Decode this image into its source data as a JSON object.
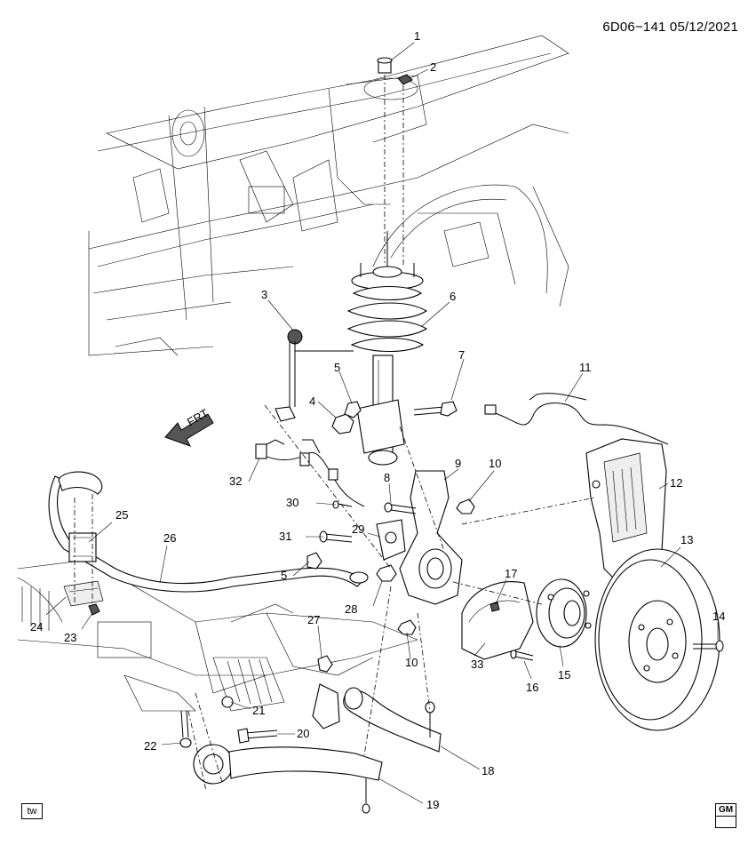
{
  "header": {
    "reference": "6D06−141  05/12/2021"
  },
  "direction_label": "FRT",
  "footer": {
    "tw_label": "tw",
    "logo_text": "GM"
  },
  "callouts": [
    "1",
    "2",
    "3",
    "4",
    "5",
    "6",
    "7",
    "8",
    "9",
    "10",
    "11",
    "12",
    "13",
    "14",
    "15",
    "16",
    "17",
    "5",
    "10",
    "20",
    "21",
    "22",
    "23",
    "24",
    "25",
    "26",
    "27",
    "28",
    "29",
    "30",
    "31",
    "32",
    "33",
    "18",
    "19"
  ]
}
